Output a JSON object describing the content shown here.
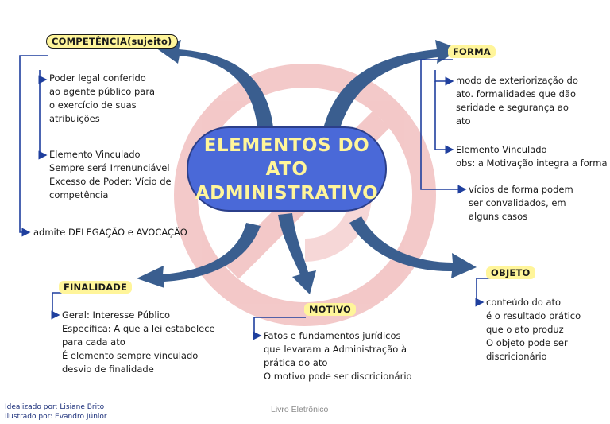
{
  "colors": {
    "center_fill": "#4a69d8",
    "title_text": "#fff59a",
    "label_bg": "#fff59a",
    "arrow": "#3a5e8f",
    "connector": "#1f3f9e",
    "watermark": "#f2c3c3"
  },
  "center": {
    "line1": "ELEMENTOS DO",
    "line2": "ATO ADMINISTRATIVO"
  },
  "competencia": {
    "label": "COMPETÊNCIA(sujeito)",
    "items": [
      [
        "Poder legal conferido",
        "ao agente público para",
        "o exercício de suas",
        "atribuições"
      ],
      [
        "Elemento Vinculado",
        "Sempre será Irrenunciável",
        "Excesso de Poder: Vício de",
        "competência"
      ],
      [
        "admite DELEGAÇÃO e AVOCAÇÃO"
      ]
    ]
  },
  "forma": {
    "label": "FORMA",
    "items": [
      [
        "modo de exteriorização do",
        "ato. formalidades que dão",
        "seridade e segurança ao",
        "ato"
      ],
      [
        "Elemento Vinculado",
        "obs: a Motivação integra a forma"
      ],
      [
        "vícios de forma podem",
        "ser convalidados, em",
        "alguns casos"
      ]
    ]
  },
  "finalidade": {
    "label": "FINALIDADE",
    "items": [
      "Geral: Interesse Público",
      "Específica: A que a lei estabelece",
      "para cada ato",
      "É elemento sempre vinculado",
      "desvio de finalidade"
    ]
  },
  "motivo": {
    "label": "MOTIVO",
    "items": [
      "Fatos e fundamentos jurídicos",
      "que levaram a Administração à",
      "prática do ato",
      "O motivo pode ser discricionário"
    ]
  },
  "objeto": {
    "label": "OBJETO",
    "items": [
      "conteúdo do ato",
      "é o resultado prático",
      "que o ato produz",
      "O objeto pode ser",
      "discricionário"
    ]
  },
  "credits": {
    "line1": "Idealizado por: Lisiane Brito",
    "line2": "Ilustrado por: Evandro Júnior"
  },
  "footer": "Livro Eletrônico"
}
